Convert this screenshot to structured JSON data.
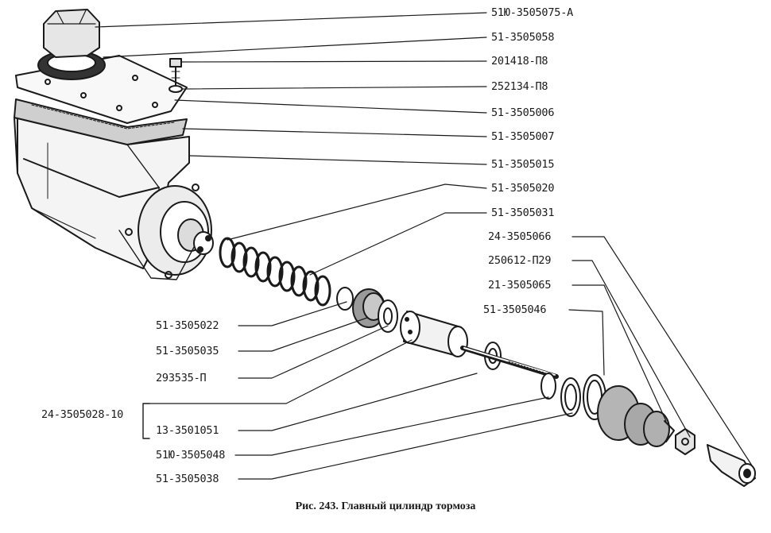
{
  "figure": {
    "caption": "Рис. 243. Главный цилиндр тормоза"
  },
  "parts": {
    "right_top": [
      "51Ю-3505075-А",
      "51-3505058",
      "201418-П8",
      "252134-П8",
      "51-3505006",
      "51-3505007",
      "51-3505015",
      "51-3505020",
      "51-3505031"
    ],
    "right_mid": [
      "24-3505066",
      "250612-П29",
      "21-3505065",
      "51-3505046"
    ],
    "left_bottom": [
      "51-3505022",
      "51-3505035",
      "293535-П",
      "13-3501051",
      "51Ю-3505048",
      "51-3505038"
    ],
    "group": "24-3505028-10"
  }
}
